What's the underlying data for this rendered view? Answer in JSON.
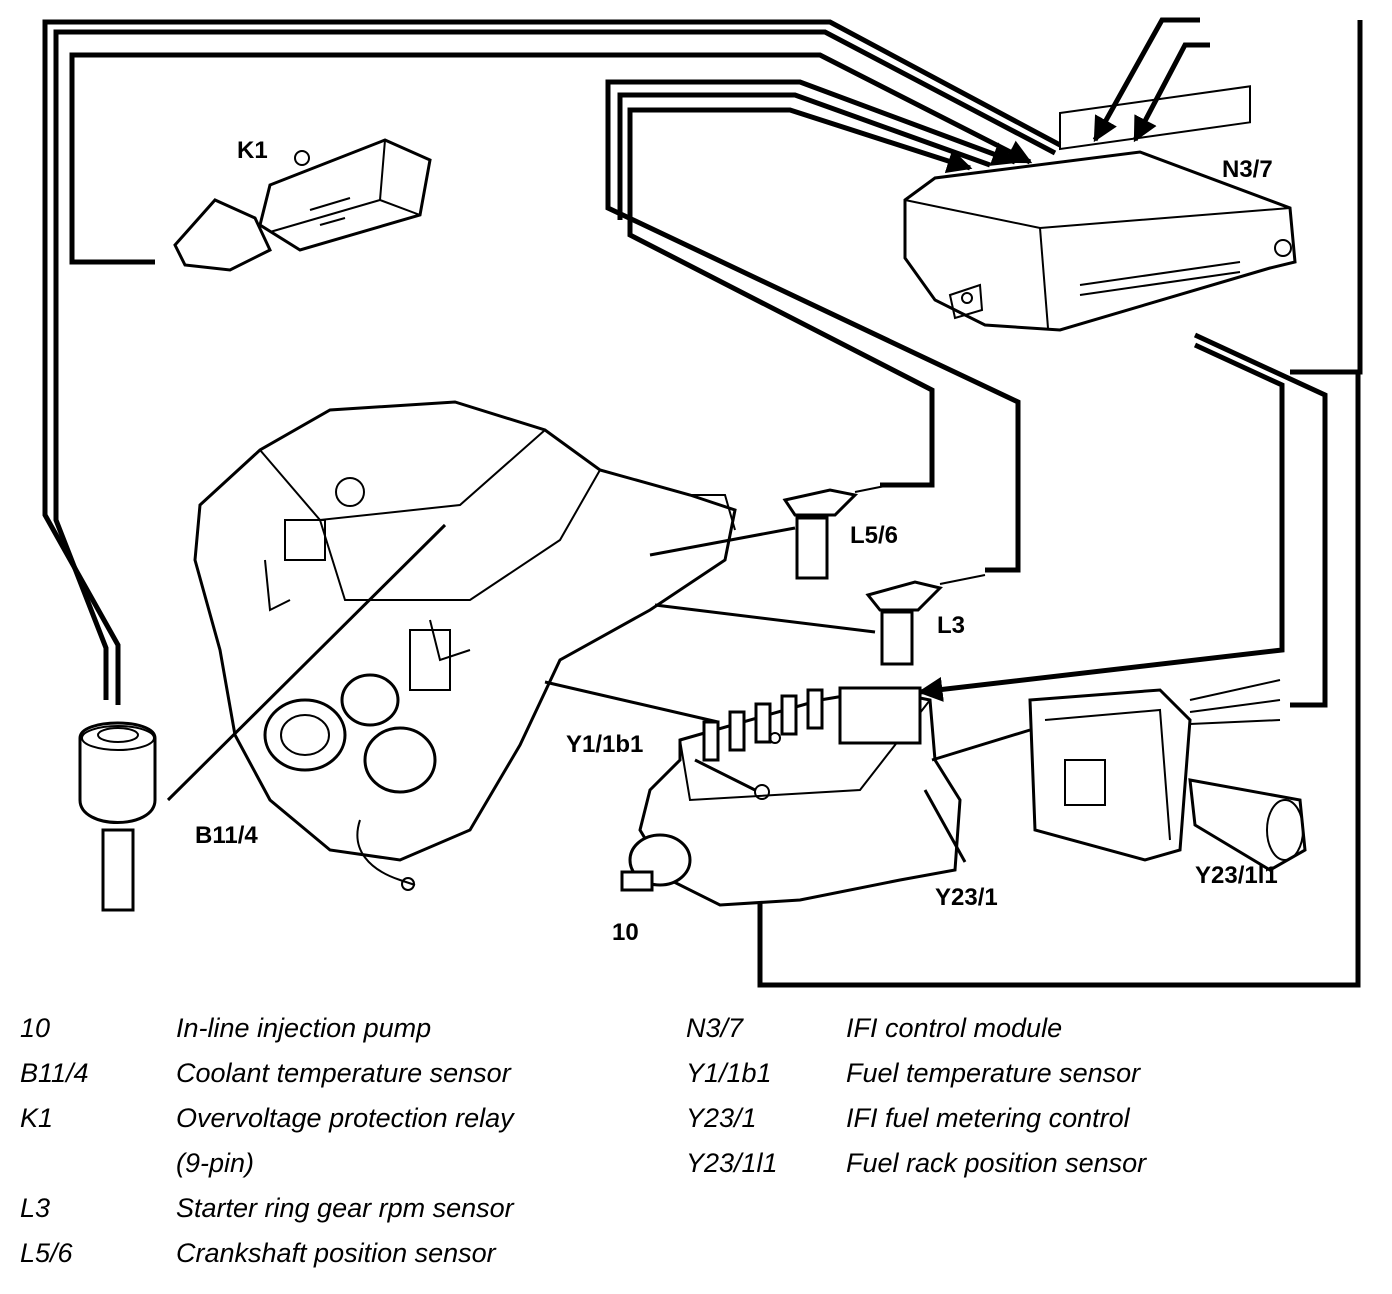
{
  "callouts": {
    "k1": "K1",
    "n3_7": "N3/7",
    "l5_6": "L5/6",
    "l3": "L3",
    "y1_1b1": "Y1/1b1",
    "b11_4": "B11/4",
    "y23_1": "Y23/1",
    "y23_1l1": "Y23/1l1",
    "pump_10": "10"
  },
  "legend_left": [
    {
      "code": "10",
      "desc": "In-line injection pump"
    },
    {
      "code": "B11/4",
      "desc": "Coolant temperature sensor"
    },
    {
      "code": "K1",
      "desc": "Overvoltage protection relay"
    },
    {
      "code": "",
      "desc": "(9-pin)"
    },
    {
      "code": "L3",
      "desc": "Starter ring gear rpm sensor"
    },
    {
      "code": "L5/6",
      "desc": "Crankshaft position sensor"
    }
  ],
  "legend_right": [
    {
      "code": "N3/7",
      "desc": "IFI control module"
    },
    {
      "code": "Y1/1b1",
      "desc": "Fuel temperature sensor"
    },
    {
      "code": "Y23/1",
      "desc": "IFI fuel metering control"
    },
    {
      "code": "Y23/1l1",
      "desc": "Fuel rack position sensor"
    }
  ]
}
